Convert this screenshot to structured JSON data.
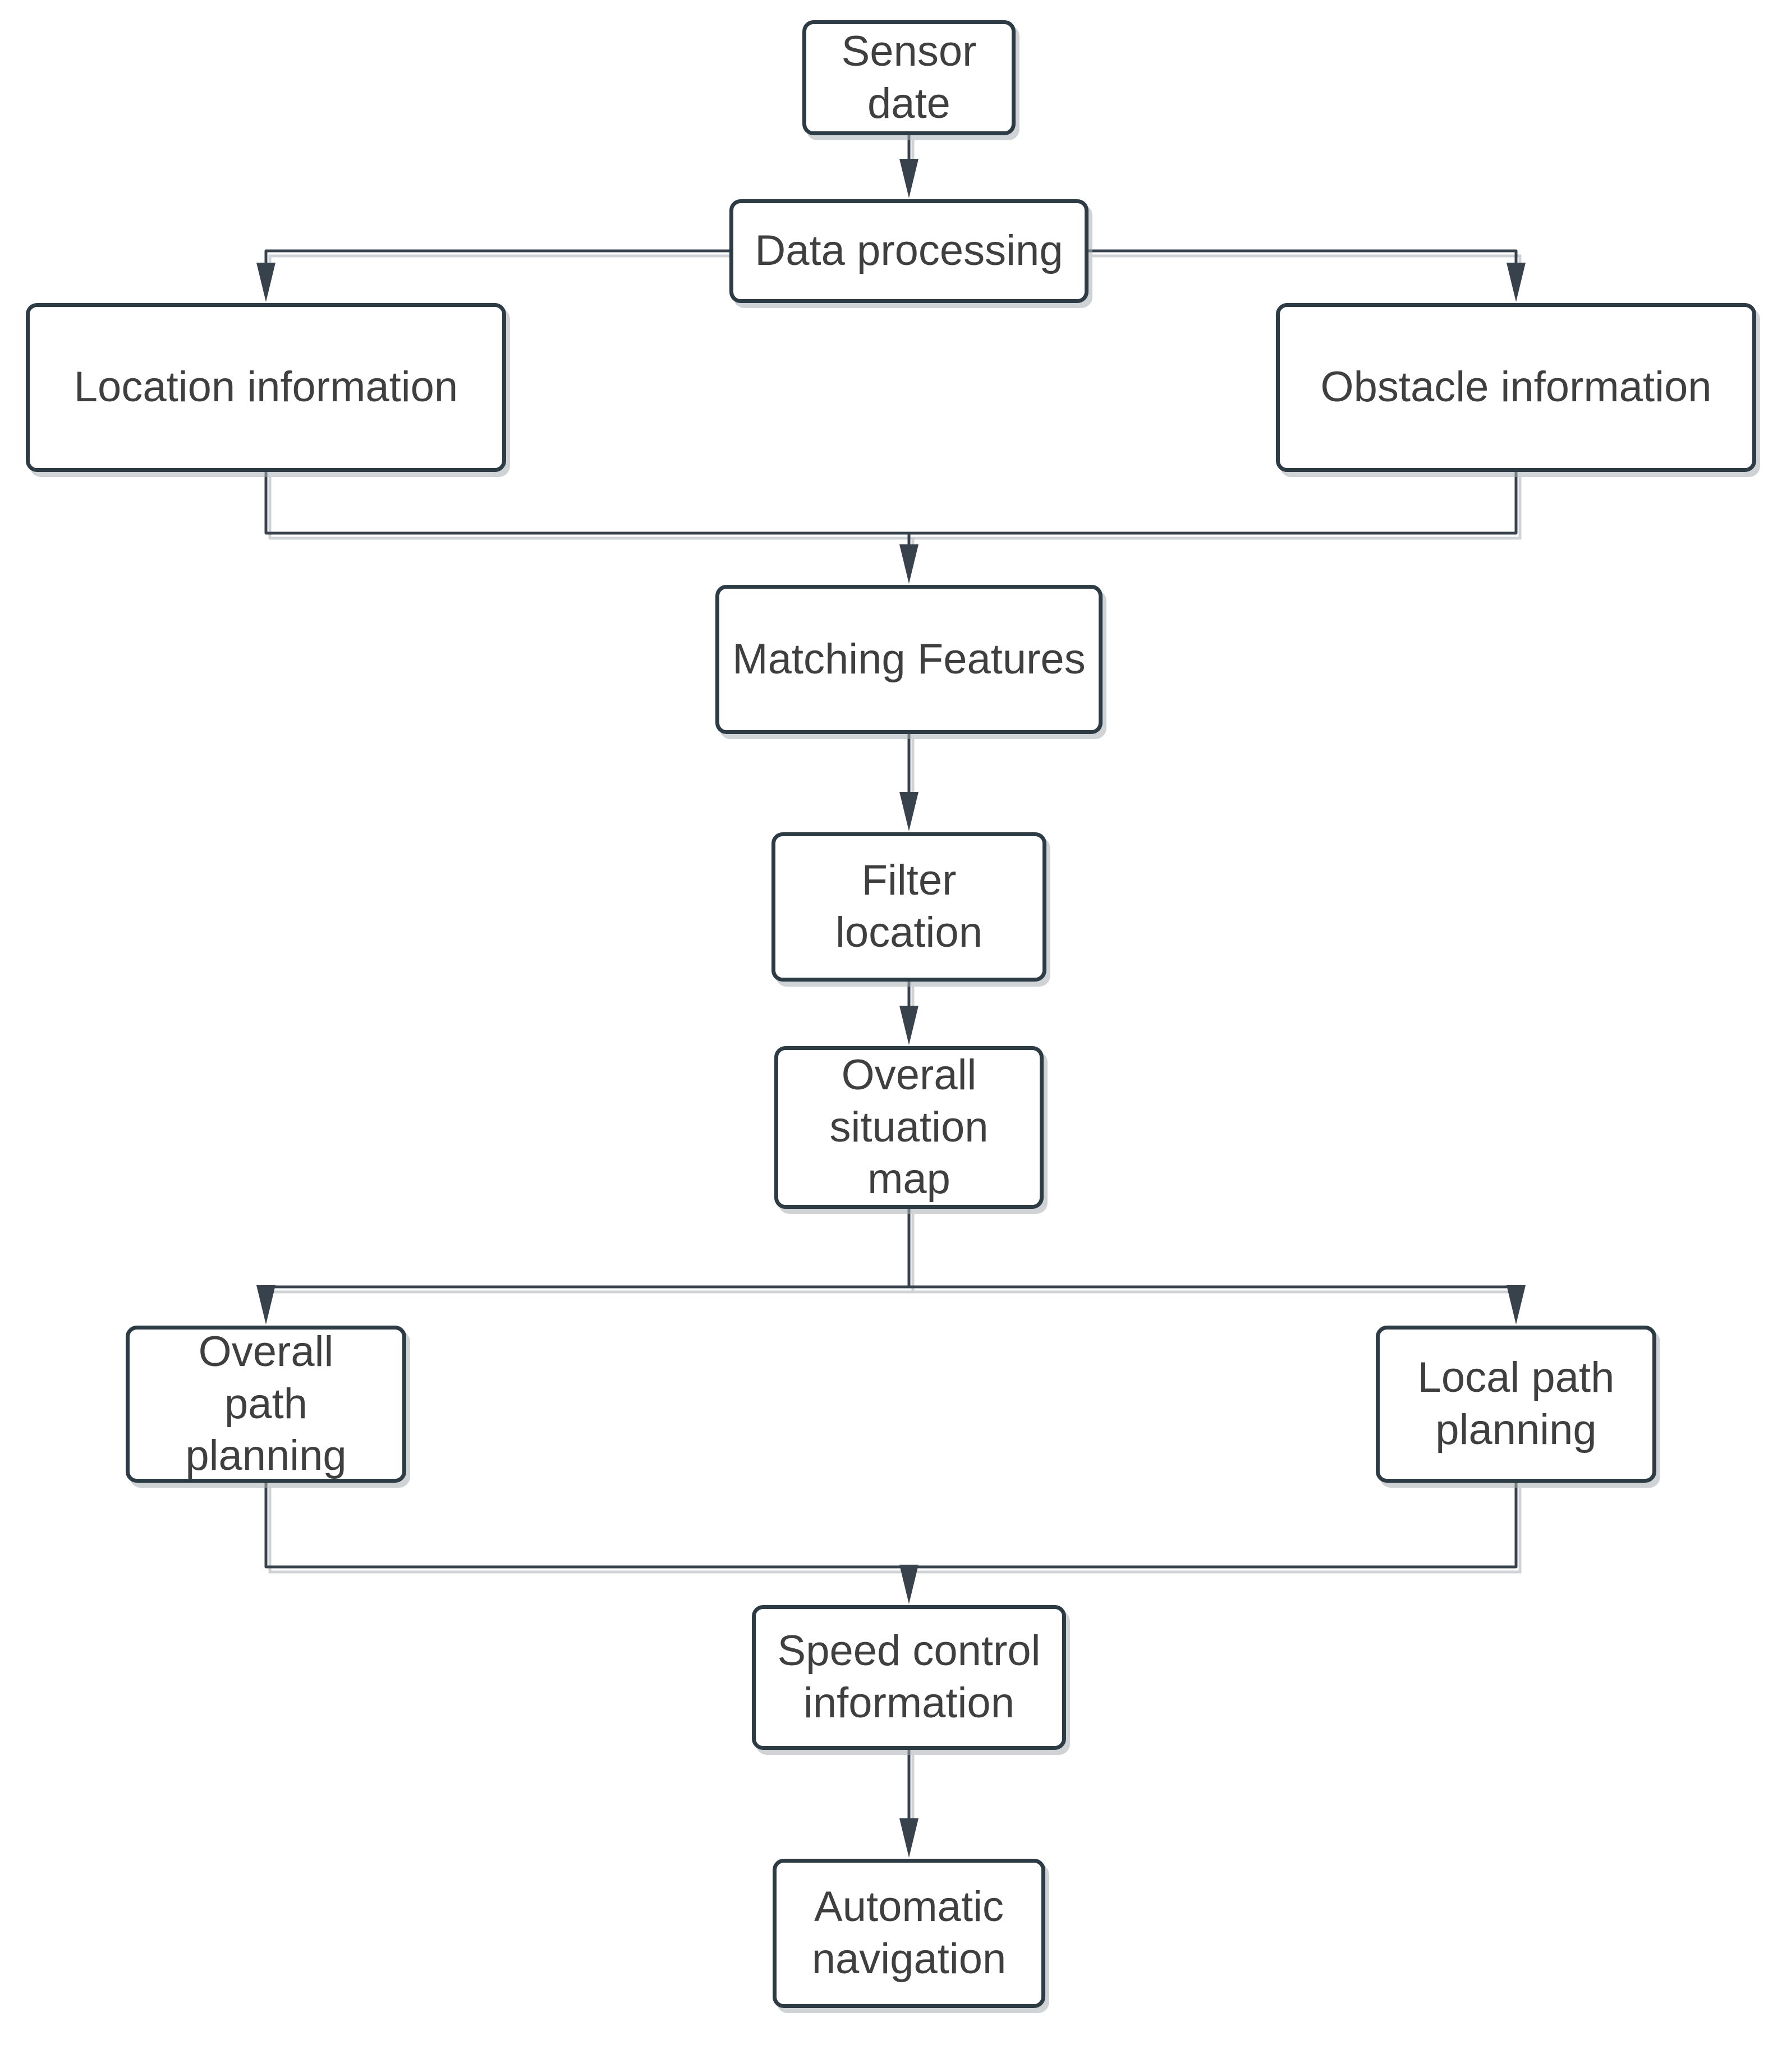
{
  "diagram": {
    "background_color": "#ffffff",
    "colors": {
      "box_fill": "#ffffff",
      "box_border": "#2d3b45",
      "text": "#3f3f3f",
      "connector": "#37424c",
      "shadow": "#a8aeb3"
    },
    "nodes": {
      "sensor_data": {
        "label": "Sensor\ndate"
      },
      "data_processing": {
        "label": "Data processing"
      },
      "location_information": {
        "label": "Location information"
      },
      "obstacle_information": {
        "label": "Obstacle information"
      },
      "matching_features": {
        "label": "Matching Features"
      },
      "filter_location": {
        "label": "Filter\nlocation"
      },
      "overall_situation_map": {
        "label": "Overall\nsituation\nmap"
      },
      "overall_path_planning": {
        "label": "Overall\npath\nplanning"
      },
      "local_path_planning": {
        "label": "Local path\nplanning"
      },
      "speed_control_information": {
        "label": "Speed control\ninformation"
      },
      "automatic_navigation": {
        "label": "Automatic\nnavigation"
      }
    },
    "edges": [
      {
        "from": "sensor_data",
        "to": "data_processing"
      },
      {
        "from": "data_processing",
        "to": "location_information"
      },
      {
        "from": "data_processing",
        "to": "obstacle_information"
      },
      {
        "from": "location_information",
        "to": "matching_features"
      },
      {
        "from": "obstacle_information",
        "to": "matching_features"
      },
      {
        "from": "matching_features",
        "to": "filter_location"
      },
      {
        "from": "filter_location",
        "to": "overall_situation_map"
      },
      {
        "from": "overall_situation_map",
        "to": "overall_path_planning"
      },
      {
        "from": "overall_situation_map",
        "to": "local_path_planning"
      },
      {
        "from": "overall_path_planning",
        "to": "speed_control_information"
      },
      {
        "from": "local_path_planning",
        "to": "speed_control_information"
      },
      {
        "from": "speed_control_information",
        "to": "automatic_navigation"
      }
    ]
  }
}
